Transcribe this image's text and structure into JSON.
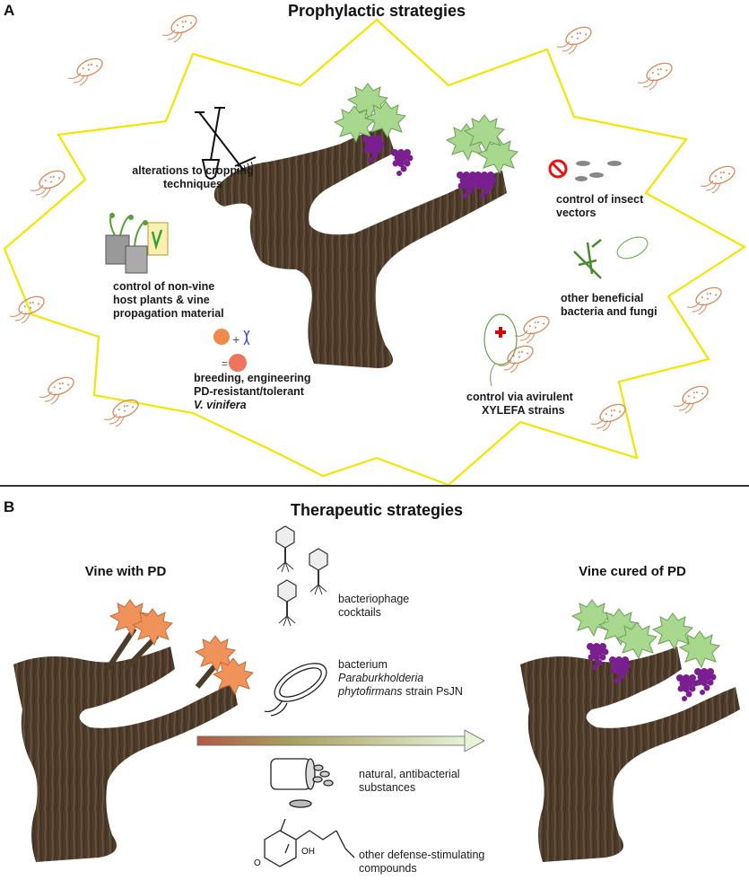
{
  "panel_a": {
    "letter": "A",
    "title": "Prophylactic strategies",
    "labels": {
      "cropping": "alterations to cropping techniques",
      "host_plants_1": "control of non-vine",
      "host_plants_2": "host plants & vine",
      "host_plants_3": "propagation material",
      "breeding_1": "breeding, engineering",
      "breeding_2": "PD-resistant/tolerant",
      "breeding_3": "V. vinifera",
      "insect_1": "control of insect",
      "insect_2": "vectors",
      "beneficial_1": "other beneficial",
      "beneficial_2": "bacteria and fungi",
      "avirulent_1": "control via avirulent",
      "avirulent_2": "XYLEFA strains"
    }
  },
  "panel_b": {
    "letter": "B",
    "title": "Therapeutic strategies",
    "left_title": "Vine with PD",
    "right_title": "Vine cured of PD",
    "labels": {
      "phage_1": "bacteriophage",
      "phage_2": "cocktails",
      "bacterium_1": "bacterium",
      "bacterium_2": "Paraburkholderia",
      "bacterium_3a": "phytofirmans",
      "bacterium_3b": " strain PsJN",
      "natural_1": "natural, antibacterial",
      "natural_2": "substances",
      "defense_1": "other defense-stimulating",
      "defense_2": "compounds",
      "chem_oh": "OH",
      "chem_o": "O"
    }
  },
  "colors": {
    "star": "#f2e200",
    "trunk": "#4b3a2a",
    "leaf_green": "#a7d88e",
    "leaf_sick": "#f0935a",
    "grape": "#7a1f8f",
    "bacteria_outline": "#d9875a",
    "arrow_start": "#b06a5a",
    "arrow_end": "#dff0c8"
  }
}
